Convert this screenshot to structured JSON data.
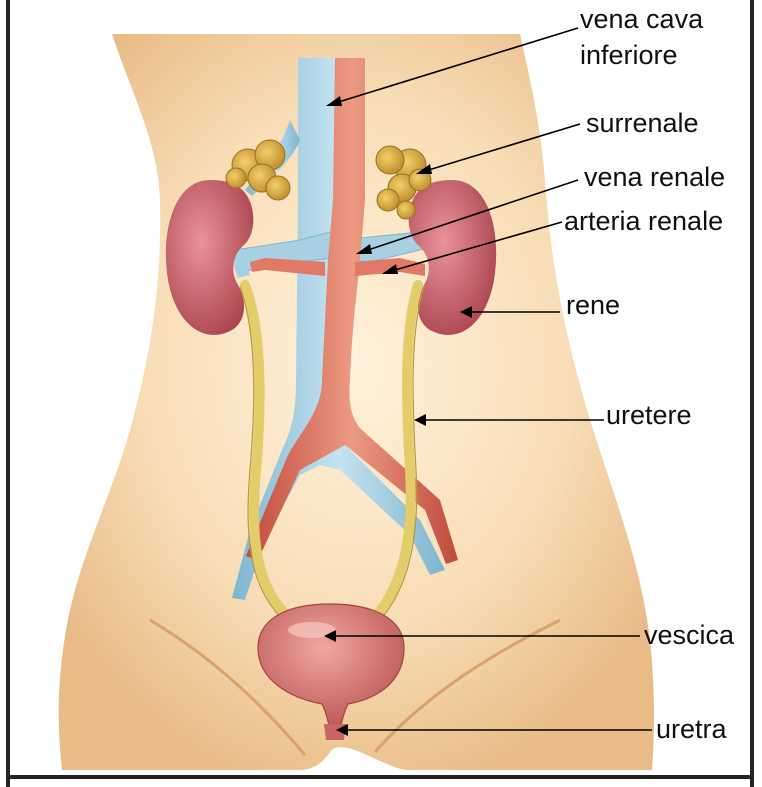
{
  "labels": {
    "vena_cava_line1": "vena cava",
    "vena_cava_line2": "inferiore",
    "surrenale": "surrenale",
    "vena_renale": "vena renale",
    "arteria_renale": "arteria renale",
    "rene": "rene",
    "uretere": "uretere",
    "vescica": "vescica",
    "uretra": "uretra"
  },
  "colors": {
    "skin": "#f6d4a8",
    "skin_shade": "#e3b07a",
    "vein": "#a7d0e3",
    "artery": "#d9725f",
    "kidney": "#c85a63",
    "adrenal": "#d9ad3c",
    "ureter": "#e2cd6a",
    "bladder": "#d57473"
  }
}
